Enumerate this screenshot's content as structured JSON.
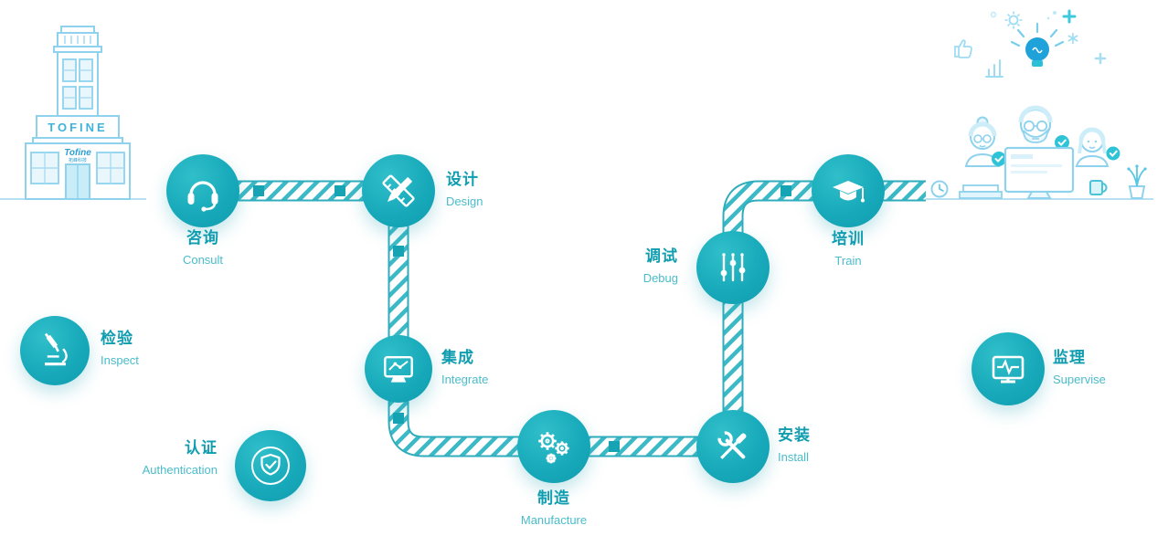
{
  "brand": {
    "sign": "TOFINE",
    "logo": "Tofine",
    "logo_sub": "拓峰科技"
  },
  "steps": {
    "consult": {
      "zh": "咨询",
      "en": "Consult",
      "icon": "headset-icon"
    },
    "design": {
      "zh": "设计",
      "en": "Design",
      "icon": "pencil-ruler-icon"
    },
    "integrate": {
      "zh": "集成",
      "en": "Integrate",
      "icon": "monitor-chart-icon"
    },
    "manufacture": {
      "zh": "制造",
      "en": "Manufacture",
      "icon": "gears-icon"
    },
    "install": {
      "zh": "安装",
      "en": "Install",
      "icon": "tools-icon"
    },
    "debug": {
      "zh": "调试",
      "en": "Debug",
      "icon": "sliders-icon"
    },
    "train": {
      "zh": "培训",
      "en": "Train",
      "icon": "graduation-cap-icon"
    },
    "inspect": {
      "zh": "检验",
      "en": "Inspect",
      "icon": "microscope-icon"
    },
    "authentication": {
      "zh": "认证",
      "en": "Authentication",
      "icon": "shield-check-icon"
    },
    "supervise": {
      "zh": "监理",
      "en": "Supervise",
      "icon": "monitor-pulse-icon"
    }
  },
  "flow_order": [
    "consult",
    "design",
    "integrate",
    "manufacture",
    "install",
    "debug",
    "train"
  ],
  "colors": {
    "step_circle": "#14a7b8",
    "zh_label": "#109db0",
    "en_label": "#4abccb",
    "path_stripe": "#3cb9c6",
    "illustration_blue": "#8ed2ee"
  }
}
